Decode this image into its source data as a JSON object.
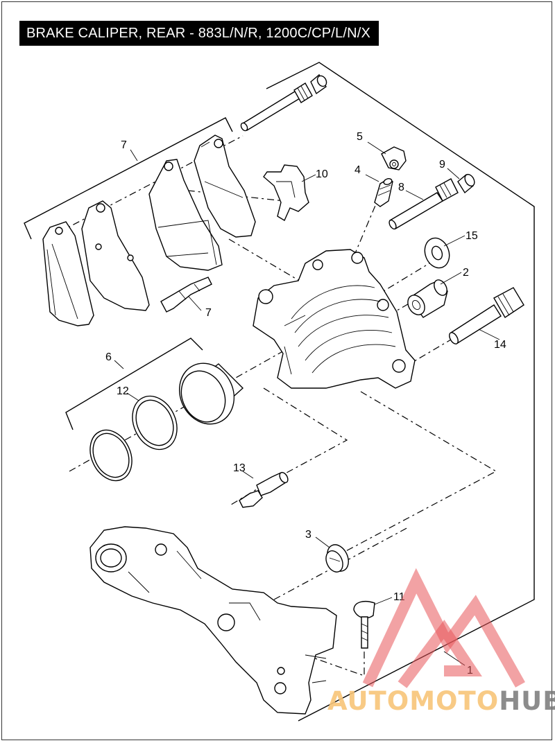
{
  "header": {
    "title": "BRAKE CALIPER, REAR - 883L/N/R, 1200C/CP/L/N/X"
  },
  "callouts": {
    "c1": "1",
    "c2": "2",
    "c3": "3",
    "c4": "4",
    "c5": "5",
    "c6": "6",
    "c7a": "7",
    "c7b": "7",
    "c8": "8",
    "c9": "9",
    "c10": "10",
    "c11": "11",
    "c12": "12",
    "c13": "13",
    "c14": "14",
    "c15": "15"
  },
  "watermark": {
    "brand_part1": "AUTOMOTO",
    "brand_part2": "HUB",
    "logo_icon": "triangle-m-logo-icon",
    "colors": {
      "logo": "#e8555a",
      "text1": "#f7c478",
      "text2": "#7a7a7a"
    }
  }
}
